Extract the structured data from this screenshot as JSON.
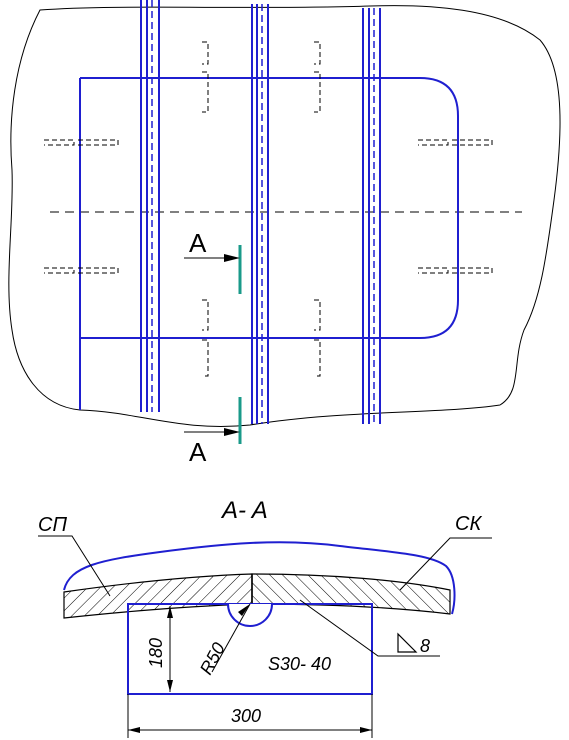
{
  "labels": {
    "section_mark_top": "A",
    "section_mark_bottom": "A",
    "section_title": "A- A",
    "left_part": "СП",
    "right_part": "СК",
    "radius": "R50",
    "weld_leg": "8",
    "steel": "S30- 40",
    "height": "180",
    "width": "300"
  },
  "colors": {
    "outline": "#000000",
    "structure": "#1f1fd0",
    "section_marker": "#1a9a8a"
  },
  "icons": {
    "weld": "fillet-weld-triangle-icon"
  }
}
